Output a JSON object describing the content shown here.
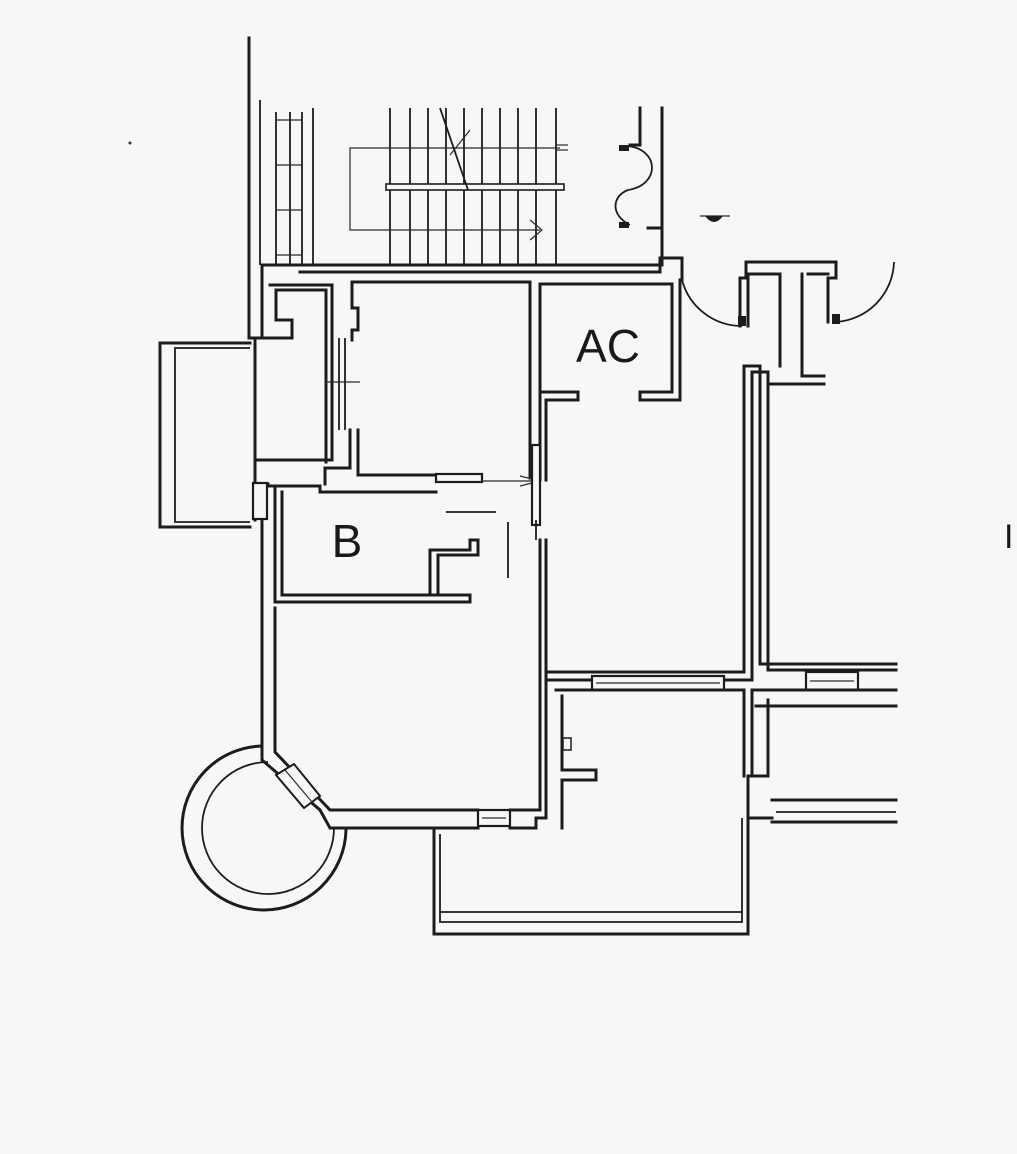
{
  "rooms": {
    "ac_label": "AC",
    "b_label": "B",
    "edge_label": "I"
  },
  "colors": {
    "paper": "#f7f7f5",
    "ink": "#1c1c1c"
  }
}
